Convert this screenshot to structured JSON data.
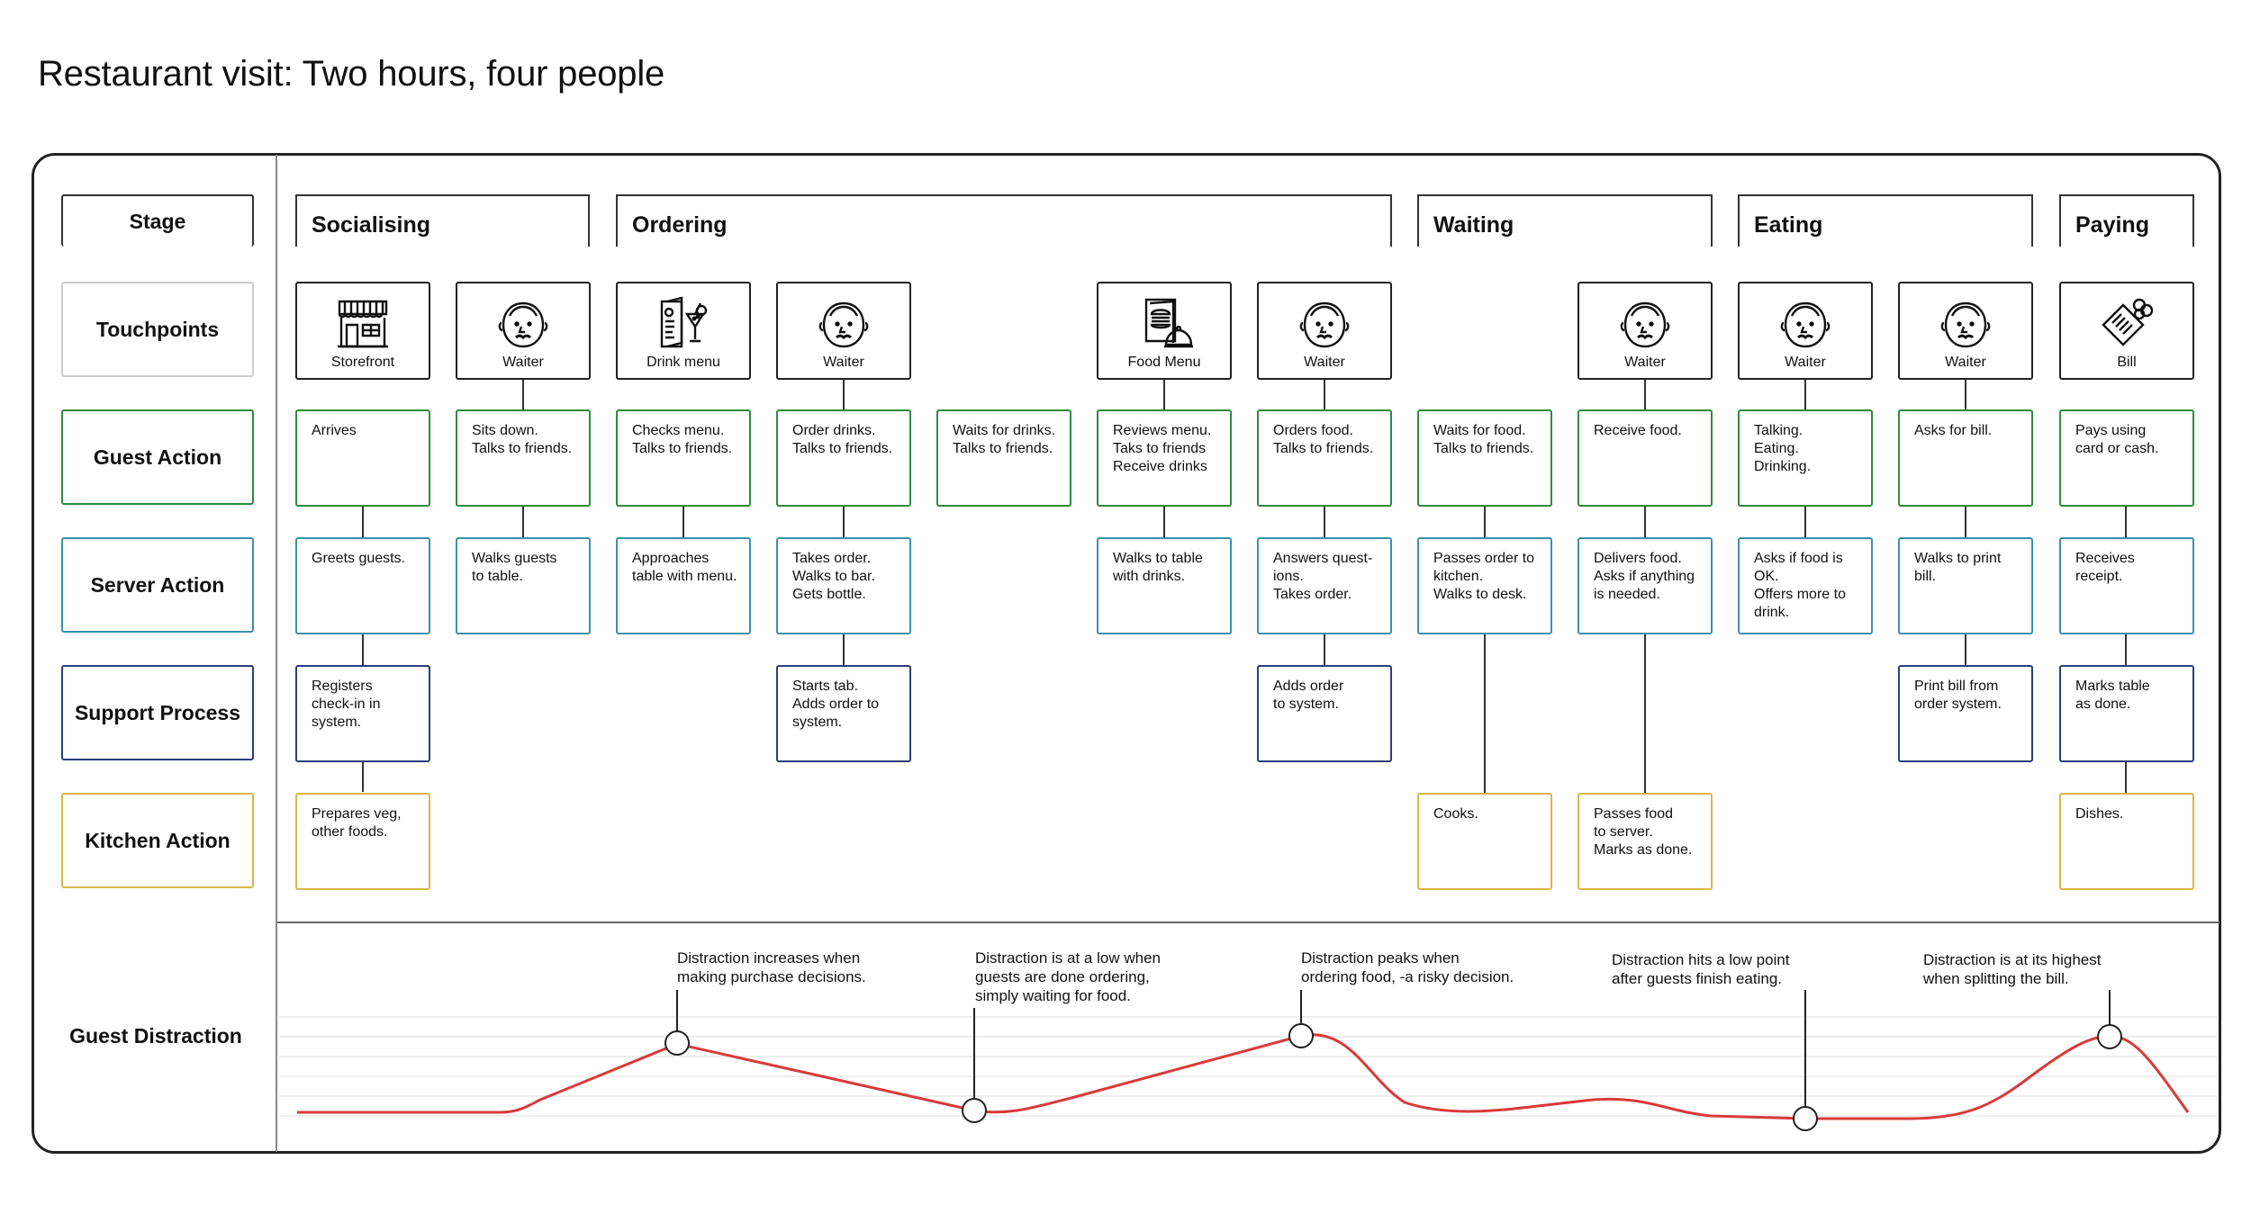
{
  "title": "Restaurant visit: Two hours, four people",
  "row_labels": {
    "stage": "Stage",
    "touchpoints": "Touchpoints",
    "guest_action": "Guest Action",
    "server_action": "Server Action",
    "support_process": "Support Process",
    "kitchen_action": "Kitchen Action",
    "guest_distraction": "Guest Distraction"
  },
  "colors": {
    "guest": "#2e8b3e",
    "server": "#3a91ac",
    "support": "#2c3d7c",
    "kitchen": "#d9b64a",
    "line": "#d93a3a"
  },
  "stages": [
    "Socialising",
    "Ordering",
    "Waiting",
    "Eating",
    "Paying"
  ],
  "touchpoints": [
    {
      "label": "Storefront",
      "icon": "storefront-icon"
    },
    {
      "label": "Waiter",
      "icon": "waiter-icon"
    },
    {
      "label": "Drink menu",
      "icon": "drink-menu-icon"
    },
    {
      "label": "Waiter",
      "icon": "waiter-icon"
    },
    {
      "label": "Food Menu",
      "icon": "food-menu-icon"
    },
    {
      "label": "Waiter",
      "icon": "waiter-icon"
    },
    {
      "label": "Waiter",
      "icon": "waiter-icon"
    },
    {
      "label": "Waiter",
      "icon": "waiter-icon"
    },
    {
      "label": "Waiter",
      "icon": "waiter-icon"
    },
    {
      "label": "Bill",
      "icon": "bill-icon"
    }
  ],
  "guest_actions": [
    "Arrives",
    "Sits down.\nTalks to friends.",
    "Checks menu.\nTalks to friends.",
    "Order drinks.\nTalks to friends.",
    "Waits for drinks.\nTalks to friends.",
    "Reviews menu.\nTaks to friends\nReceive drinks",
    "Orders food.\nTalks to friends.",
    "Waits for food.\nTalks to friends.",
    "Receive food.",
    "Talking.\nEating.\nDrinking.",
    "Asks for bill.",
    "Pays using\ncard or cash."
  ],
  "server_actions": [
    "Greets guests.",
    "Walks guests\nto table.",
    "Approaches\ntable with menu.",
    "Takes order.\nWalks to bar.\nGets bottle.",
    "Walks to table\nwith drinks.",
    "Answers quest-\nions.\nTakes order.",
    "Passes order to\nkitchen.\nWalks to desk.",
    "Delivers food.\nAsks if anything\nis needed.",
    "Asks if food is\nOK.\nOffers more to\ndrink.",
    "Walks to print\nbill.",
    "Receives\nreceipt."
  ],
  "support_processes": [
    "Registers\ncheck-in in\nsystem.",
    "Starts tab.\nAdds order to\nsystem.",
    "Adds order\nto system.",
    "Print bill from\norder system.",
    "Marks table\nas done."
  ],
  "kitchen_actions": [
    "Prepares veg,\nother foods.",
    "Cooks.",
    "Passes food\nto server.\nMarks as done.",
    "Dishes."
  ],
  "annotations": [
    "Distraction increases when\nmaking purchase decisions.",
    "Distraction is at a low when\nguests are done ordering,\nsimply waiting for food.",
    "Distraction peaks when\nordering food, -a risky decision.",
    "Distraction hits a low point\nafter guests finish eating.",
    "Distraction is at its highest\nwhen splitting the bill."
  ]
}
